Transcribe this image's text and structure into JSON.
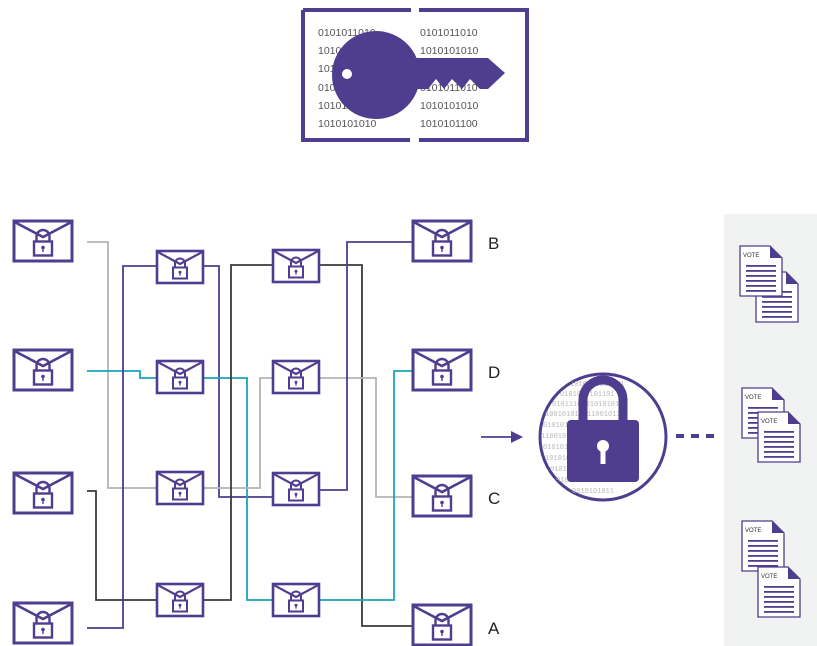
{
  "key_panel": {
    "binary_rows": [
      [
        "0101011010",
        "0101011010"
      ],
      [
        "1010101010",
        "1010101010"
      ],
      [
        "1010101010",
        "1010101010"
      ],
      [
        "0101011010",
        "0101011010"
      ],
      [
        "1010101010",
        "1010101010"
      ],
      [
        "1010101010",
        "1010101100"
      ]
    ]
  },
  "mixnet": {
    "output_labels": [
      "B",
      "D",
      "C",
      "A"
    ]
  },
  "encrypted_tally": {
    "binary_rows": [
      "1010110010101",
      "0101010101101",
      "0101110101010101",
      "1001010100110010110",
      "01010101010101010",
      "110010101010101010",
      "01010101010101010",
      "1010101010101010",
      "01010101010101",
      "0101010110010101",
      "0010101011"
    ]
  },
  "vote_panel": {
    "doc_label": "VOTE"
  },
  "colors": {
    "purple": "#4f3d8f",
    "teal": "#1aa3bf",
    "dark_gray": "#3a3a3a",
    "light_gray": "#b4b4b4",
    "panel_bg": "#f1f2f2"
  }
}
